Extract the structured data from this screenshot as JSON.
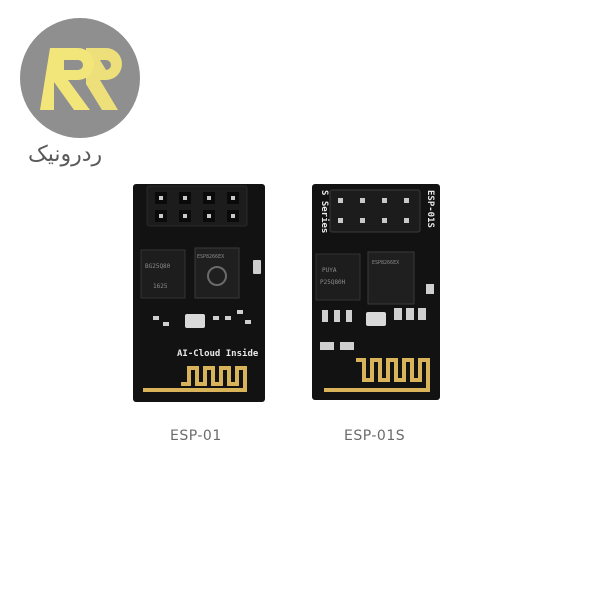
{
  "brand": {
    "logo_letters": "RR",
    "name": "ردرونیک",
    "colors": {
      "circle": "#8f8f8f",
      "letters": "#f2e57a"
    }
  },
  "boards": [
    {
      "id": "esp01",
      "caption": "ESP-01",
      "silkscreen": "AI-Cloud Inside",
      "chip_labels": [
        "BG25Q80",
        "1625"
      ],
      "mcu_label": "ESP8266EX"
    },
    {
      "id": "esp01s",
      "caption": "ESP-01S",
      "silkscreen_top": "ESP-01S",
      "silkscreen_side": "S Series",
      "chip_labels": [
        "PUYA",
        "P25Q80H"
      ],
      "mcu_label": "ESP8266EX"
    }
  ],
  "colors": {
    "pcb": "#121212",
    "antenna": "#d8b35a",
    "pin_header": "#1c1c1c",
    "pin": "#c9c9c9",
    "crystal": "#cfcfcf"
  }
}
